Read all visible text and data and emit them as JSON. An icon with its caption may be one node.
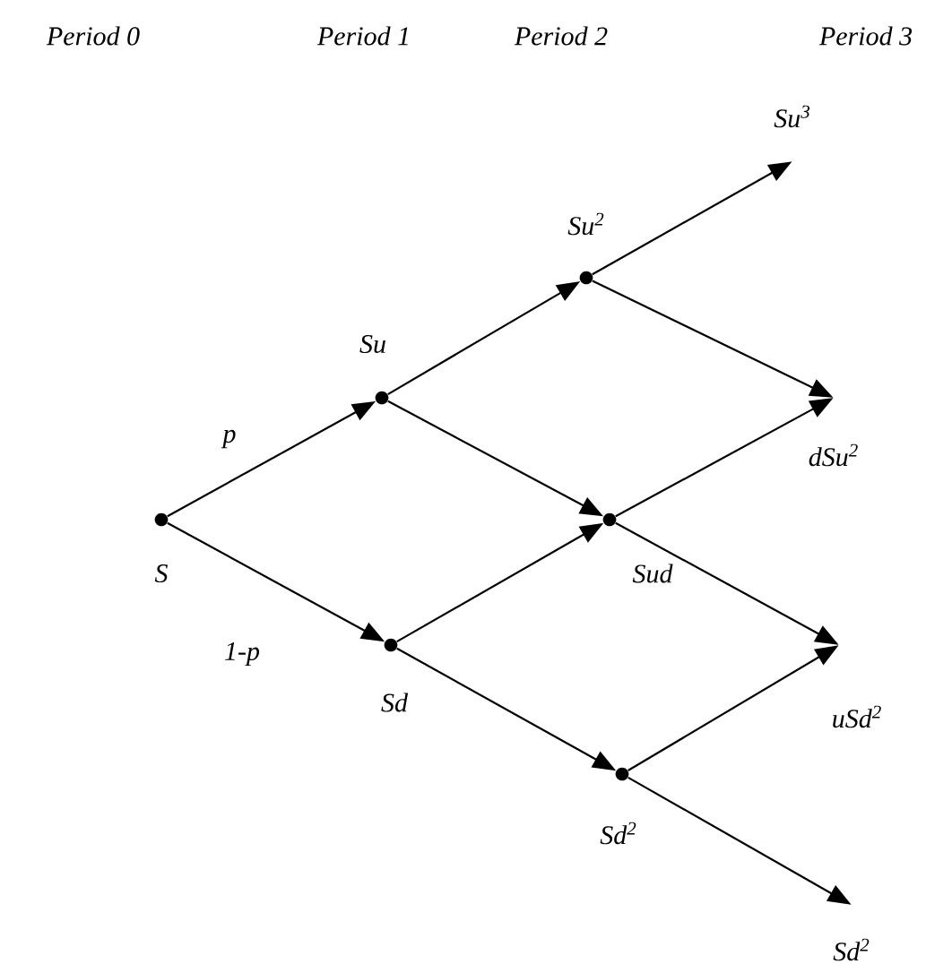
{
  "diagram": {
    "nodes": [
      {
        "text": [
          "S"
        ]
      },
      {
        "text": [
          "Su"
        ]
      },
      {
        "text": [
          "Sd"
        ]
      },
      {
        "text": [
          "Su$^{2}$"
        ]
      },
      {
        "text": [
          "Sud"
        ]
      },
      {
        "text": [
          "Sd$^{2}$"
        ]
      },
      {
        "text": [
          "Su$^{3}$"
        ]
      },
      {
        "text": [
          "dSu$^{2}$"
        ]
      },
      {
        "text": [
          "uSd$^{2}$"
        ]
      },
      {
        "text": [
          "Sd$^{2}$"
        ]
      }
    ],
    "edges": [
      {
        "from": 0,
        "to": 1,
        "arrow": "to",
        "label": "p"
      },
      {
        "from": 0,
        "to": 2,
        "arrow": "to",
        "label": "1-p"
      },
      {
        "from": 1,
        "to": 3,
        "arrow": "to"
      },
      {
        "from": 1,
        "to": 4,
        "arrow": "to"
      },
      {
        "from": 2,
        "to": 4,
        "arrow": "to"
      },
      {
        "from": 2,
        "to": 5,
        "arrow": "to"
      },
      {
        "from": 3,
        "to": 6,
        "arrow": "to"
      },
      {
        "from": 3,
        "to": 7,
        "arrow": "to"
      },
      {
        "from": 4,
        "to": 7,
        "arrow": "to"
      },
      {
        "from": 4,
        "to": 8,
        "arrow": "to"
      },
      {
        "from": 5,
        "to": 8,
        "arrow": "to"
      },
      {
        "from": 5,
        "to": 9,
        "arrow": "to"
      }
    ],
    "labels": [
      "Period 0",
      "Period 1",
      "Period 2",
      "Period 3"
    ]
  }
}
